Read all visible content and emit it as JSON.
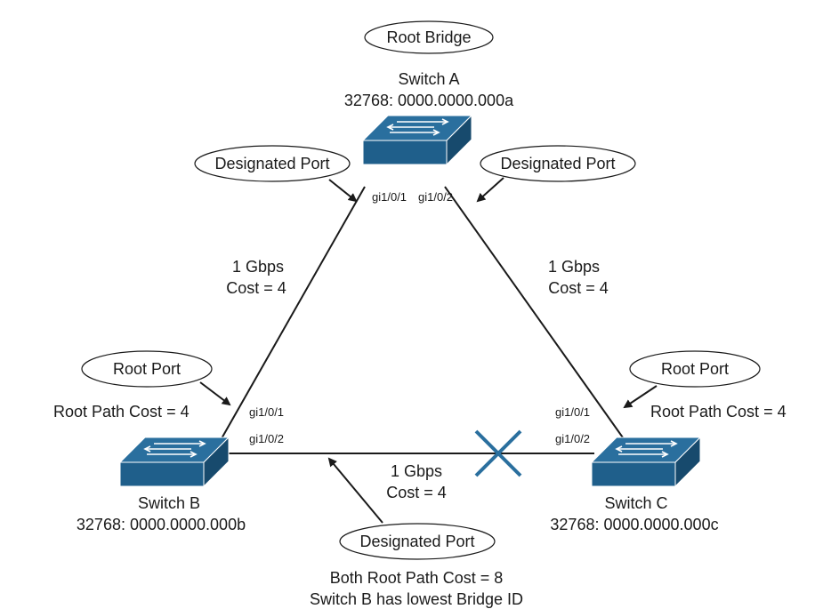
{
  "switch_a": {
    "role": "Root Bridge",
    "name": "Switch A",
    "bridge_id": "32768: 0000.0000.000a",
    "port_left": "gi1/0/1",
    "port_right": "gi1/0/2",
    "left_port_role": "Designated Port",
    "right_port_role": "Designated Port"
  },
  "switch_b": {
    "name": "Switch B",
    "bridge_id": "32768: 0000.0000.000b",
    "port_up": "gi1/0/1",
    "port_right": "gi1/0/2",
    "port_role": "Root Port",
    "path_cost": "Root Path Cost = 4"
  },
  "switch_c": {
    "name": "Switch C",
    "bridge_id": "32768: 0000.0000.000c",
    "port_up": "gi1/0/1",
    "port_left": "gi1/0/2",
    "port_role": "Root Port",
    "path_cost": "Root Path Cost = 4"
  },
  "links": {
    "ab": {
      "speed": "1 Gbps",
      "cost": "Cost = 4"
    },
    "ac": {
      "speed": "1 Gbps",
      "cost": "Cost = 4"
    },
    "bc": {
      "speed": "1 Gbps",
      "cost": "Cost = 4",
      "designated_role": "Designated Port"
    }
  },
  "footnote": {
    "line1": "Both Root Path Cost = 8",
    "line2": "Switch B has lowest Bridge ID"
  },
  "colors": {
    "switch": "#2a6f9e",
    "blocked_marker": "#2a6f9e"
  },
  "icons": [
    "switch-icon",
    "blocked-port-x-icon"
  ]
}
